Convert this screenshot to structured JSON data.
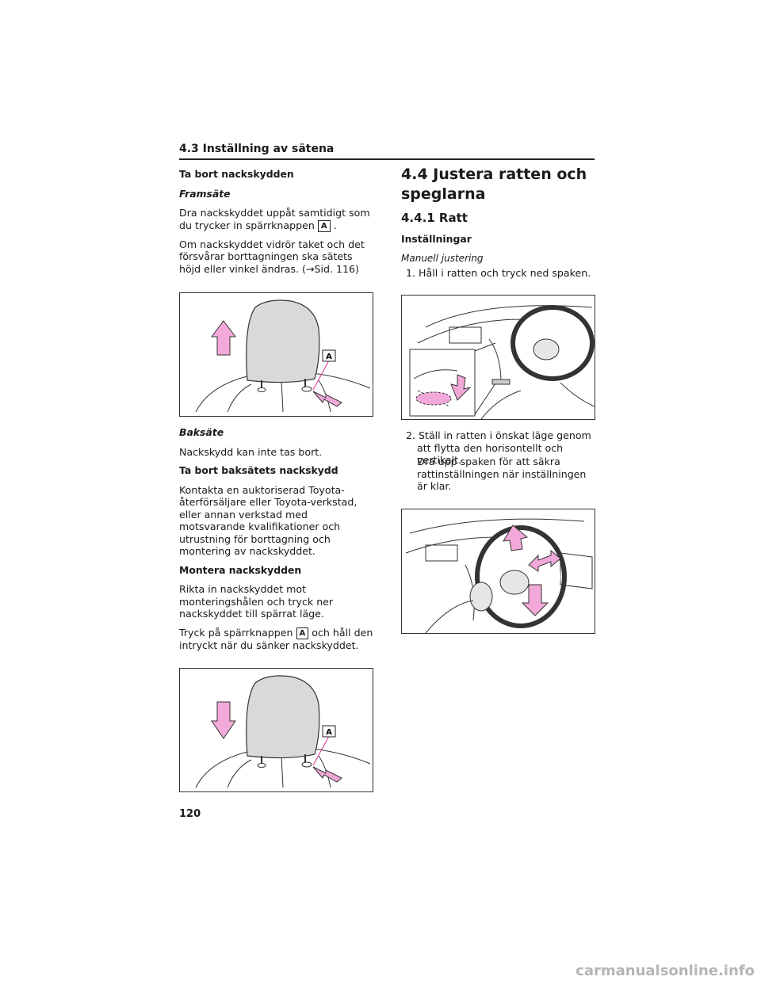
{
  "header": {
    "section": "4.3  Inställning av sätena"
  },
  "left": {
    "remove_title": "Ta bort nackskydden",
    "front_title": "Framsäte",
    "front_p1_a": "Dra nackskyddet uppåt samtidigt som du trycker in spärrknappen",
    "front_p1_key": "A",
    "front_p1_b": ".",
    "front_p2": "Om nackskyddet vidrör taket och det försvårar borttagningen ska sätets höjd eller vinkel ändras. (→Sid. 116)",
    "fig1_label": "A",
    "rear_title": "Baksäte",
    "rear_p1": "Nackskydd kan inte tas bort.",
    "rear_remove_title": "Ta bort baksätets nackskydd",
    "rear_remove_p": "Kontakta en auktoriserad Toyota-återförsäljare eller Toyota-verkstad, eller annan verkstad med motsvarande kvalifikationer och utrustning för borttagning och montering av nackskyddet.",
    "install_title": "Montera nackskydden",
    "install_p1": "Rikta in nackskyddet mot monteringshålen och tryck ner nackskyddet till spärrat läge.",
    "install_p2_a": "Tryck på spärrknappen",
    "install_p2_key": "A",
    "install_p2_b": "och håll den intryckt när du sänker nackskyddet.",
    "fig2_label": "A"
  },
  "right": {
    "h2": "4.4  Justera ratten och speglarna",
    "h3": "4.4.1  Ratt",
    "settings_title": "Inställningar",
    "manual_sub": "Manuell justering",
    "step1": "1. Håll i ratten och tryck ned spaken.",
    "step2": "2. Ställ in ratten i önskat läge genom att flytta den horisontellt och vertikalt.",
    "step2_note": "Dra upp spaken för att säkra rattinställningen när inställningen är klar."
  },
  "footer": {
    "page_number": "120"
  },
  "watermark": "carmanualsonline.info",
  "colors": {
    "arrow_fill": "#f2a9d9",
    "arrow_stroke": "#333333",
    "accent_line": "#e0368f"
  }
}
